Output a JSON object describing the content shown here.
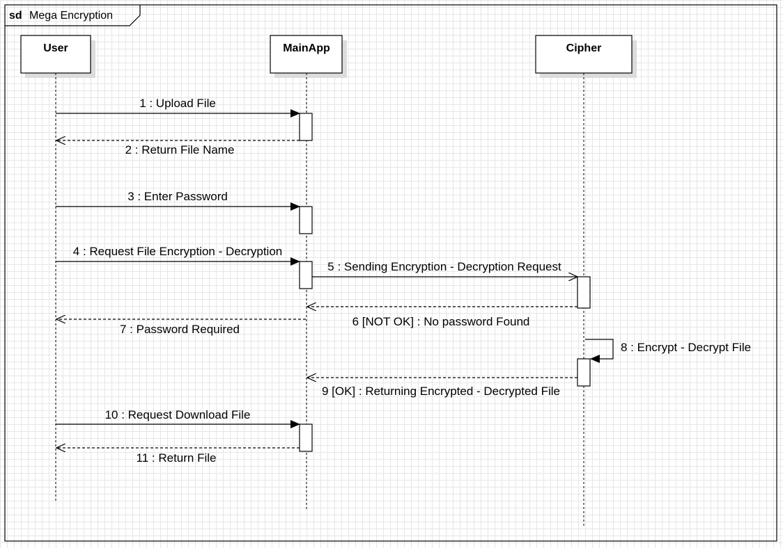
{
  "frame": {
    "keyword": "sd",
    "name": "Mega Encryption"
  },
  "lifelines": [
    {
      "id": "user",
      "label": "User"
    },
    {
      "id": "mainapp",
      "label": "MainApp"
    },
    {
      "id": "cipher",
      "label": "Cipher"
    }
  ],
  "messages": [
    {
      "id": "m1",
      "label": "1 : Upload File",
      "from": "user",
      "to": "mainapp",
      "kind": "sync"
    },
    {
      "id": "m2",
      "label": "2 : Return File Name",
      "from": "mainapp",
      "to": "user",
      "kind": "return"
    },
    {
      "id": "m3",
      "label": "3 : Enter Password",
      "from": "user",
      "to": "mainapp",
      "kind": "sync"
    },
    {
      "id": "m4",
      "label": "4 : Request File Encryption - Decryption",
      "from": "user",
      "to": "mainapp",
      "kind": "sync"
    },
    {
      "id": "m5",
      "label": "5 : Sending Encryption - Decryption Request",
      "from": "mainapp",
      "to": "cipher",
      "kind": "async"
    },
    {
      "id": "m6",
      "label": "6 [NOT OK] : No password Found",
      "from": "cipher",
      "to": "mainapp",
      "kind": "return"
    },
    {
      "id": "m7",
      "label": "7 : Password Required",
      "from": "mainapp",
      "to": "user",
      "kind": "return"
    },
    {
      "id": "m8",
      "label": "8 : Encrypt - Decrypt File",
      "from": "cipher",
      "to": "cipher",
      "kind": "self"
    },
    {
      "id": "m9",
      "label": "9 [OK] : Returning Encrypted - Decrypted File",
      "from": "cipher",
      "to": "mainapp",
      "kind": "return"
    },
    {
      "id": "m10",
      "label": "10 : Request Download File",
      "from": "user",
      "to": "mainapp",
      "kind": "sync"
    },
    {
      "id": "m11",
      "label": "11 : Return File",
      "from": "mainapp",
      "to": "user",
      "kind": "return"
    }
  ],
  "colors": {
    "line": "#000000",
    "box_fill": "#ffffff",
    "shadow": "#dcdcdc",
    "grid": "#e6e6e6"
  }
}
